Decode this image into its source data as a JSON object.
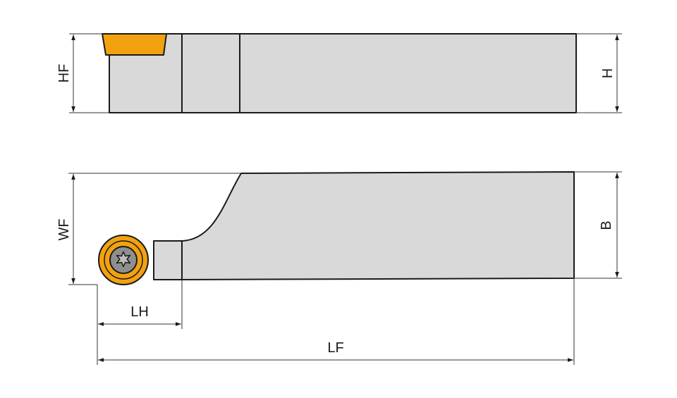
{
  "colors": {
    "body": "#d9d9d9",
    "insert": "#f2a20f",
    "outline": "#1a1a1a",
    "screw": "#8f8f8f"
  },
  "labels": {
    "hf": "HF",
    "h": "H",
    "wf": "WF",
    "b": "B",
    "lh": "LH",
    "lf": "LF"
  },
  "icons": {
    "screw": "torx-screw-icon"
  }
}
